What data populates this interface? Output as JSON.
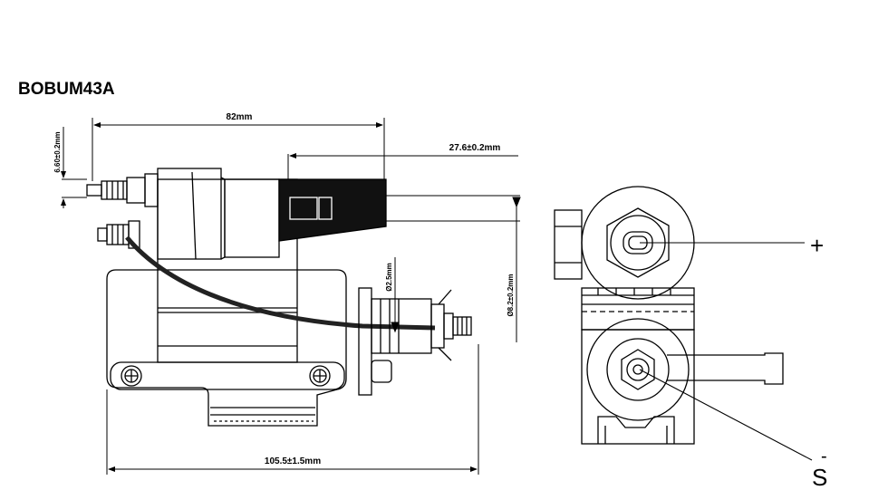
{
  "title": "BOBUM43A",
  "dimensions": {
    "top_width": "82mm",
    "nose_length": "27.6±0.2mm",
    "left_height": "6.60±0.2mm",
    "pin_dia": "Ø2.5mm",
    "body_dia": "Ø8.2±0.2mm",
    "base_width": "105.5±1.5mm"
  },
  "terminals": {
    "positive": "+",
    "signal": "S",
    "signal_sup": "-"
  },
  "colors": {
    "line": "#000000",
    "background": "#ffffff"
  }
}
